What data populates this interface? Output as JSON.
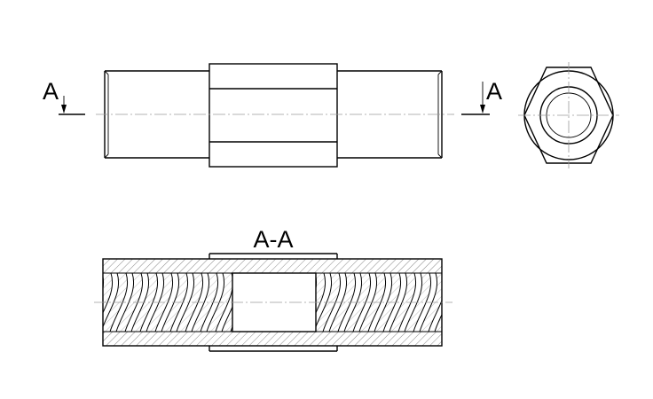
{
  "section_marker": {
    "left_letter": "A",
    "right_letter": "A"
  },
  "section_title": "A-A",
  "colors": {
    "line": "#000000",
    "centerline": "#9a9a9a",
    "background": "#ffffff"
  }
}
